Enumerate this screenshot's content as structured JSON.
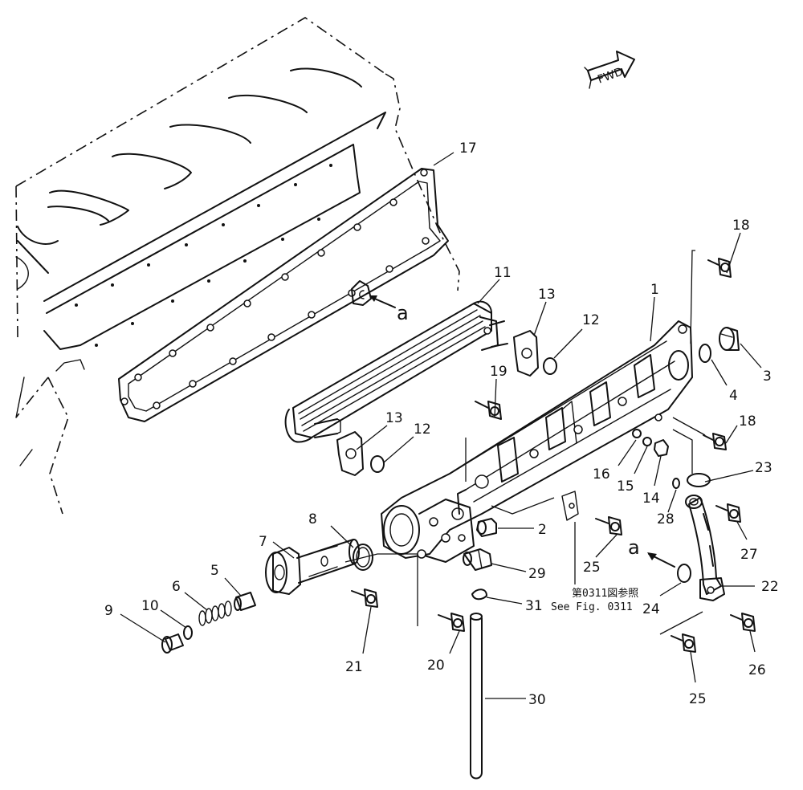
{
  "diagram": {
    "direction_label": "FWD",
    "view_markers": [
      "a",
      "a"
    ],
    "reference_note": {
      "line1": "第0311図参照",
      "line2": "See Fig. 0311"
    },
    "callouts": [
      {
        "num": "1"
      },
      {
        "num": "2"
      },
      {
        "num": "3"
      },
      {
        "num": "4"
      },
      {
        "num": "5"
      },
      {
        "num": "6"
      },
      {
        "num": "7"
      },
      {
        "num": "8"
      },
      {
        "num": "9"
      },
      {
        "num": "10"
      },
      {
        "num": "11"
      },
      {
        "num": "12"
      },
      {
        "num": "12"
      },
      {
        "num": "13"
      },
      {
        "num": "13"
      },
      {
        "num": "14"
      },
      {
        "num": "15"
      },
      {
        "num": "16"
      },
      {
        "num": "17"
      },
      {
        "num": "18"
      },
      {
        "num": "18"
      },
      {
        "num": "19"
      },
      {
        "num": "20"
      },
      {
        "num": "21"
      },
      {
        "num": "22"
      },
      {
        "num": "23"
      },
      {
        "num": "24"
      },
      {
        "num": "25"
      },
      {
        "num": "25"
      },
      {
        "num": "26"
      },
      {
        "num": "27"
      },
      {
        "num": "28"
      },
      {
        "num": "29"
      },
      {
        "num": "30"
      },
      {
        "num": "31"
      }
    ]
  }
}
